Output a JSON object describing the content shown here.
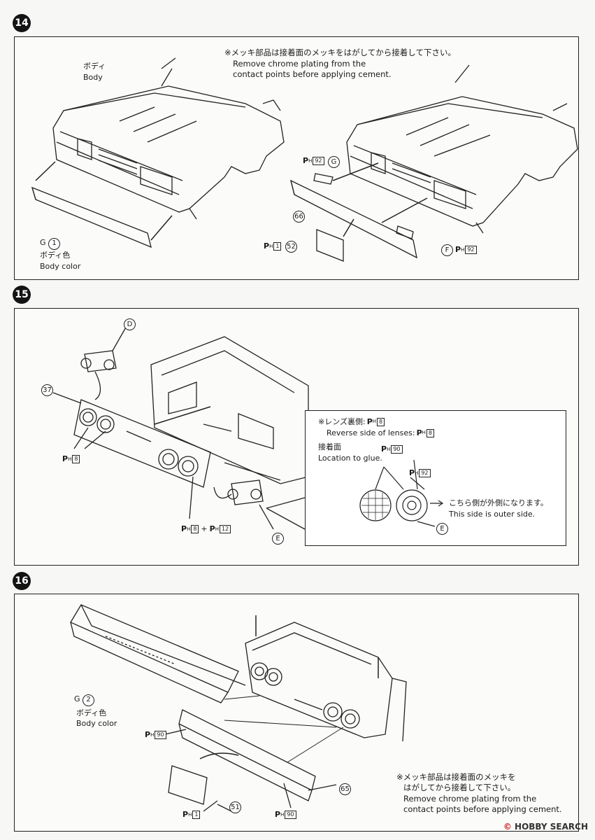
{
  "steps": [
    {
      "number": "14"
    },
    {
      "number": "15"
    },
    {
      "number": "16"
    }
  ],
  "step14": {
    "note_ja": "※メッキ部品は接着面のメッキをはがしてから接着して下さい。",
    "note_en1": "Remove chrome plating from the",
    "note_en2": "contact points before applying cement.",
    "body_ja": "ボディ",
    "body_en": "Body",
    "part_g": "G",
    "part_g_num": "1",
    "bodycolor_ja": "ボディ色",
    "bodycolor_en": "Body color",
    "ph_92a": "92",
    "g_letter": "G",
    "part_66": "66",
    "ph_1": "1",
    "part_52": "52",
    "f_letter": "F",
    "ph_92b": "92"
  },
  "step15": {
    "d_letter": "D",
    "part_37": "37",
    "ph_8": "8",
    "ph_8b": "8",
    "plus": "+",
    "ph_12": "12",
    "e_letter": "E",
    "inset": {
      "lens_note_ja": "※レンズ裏側:",
      "lens_ph": "8",
      "reverse_en": "Reverse side of lenses:",
      "reverse_ph": "8",
      "glue_ja": "接着面",
      "glue_en": "Location to glue.",
      "ph_90": "90",
      "ph_92": "92",
      "outer_ja": "こちら側が外側になります。",
      "outer_en": "This side is outer side.",
      "e_letter": "E"
    }
  },
  "step16": {
    "part_g": "G",
    "part_g_num": "2",
    "bodycolor_ja": "ボディ色",
    "bodycolor_en": "Body color",
    "ph_90a": "90",
    "ph_1": "1",
    "part_51": "51",
    "ph_90b": "90",
    "part_65": "65",
    "note_ja1": "※メッキ部品は接着面のメッキを",
    "note_ja2": "はがしてから接着して下さい。",
    "note_en1": "Remove chrome plating from the",
    "note_en2": "contact points before applying cement."
  },
  "watermark": {
    "prefix": "©",
    "brand": "HOBBY SEARCH"
  },
  "ph_letter": "P",
  "ph_sub": "H"
}
